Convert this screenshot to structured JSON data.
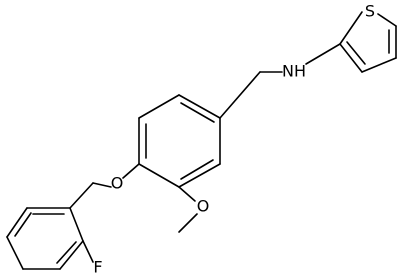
{
  "molecule": {
    "atoms": {
      "sulfur": "S",
      "nitrogen_hydrogen": "NH",
      "oxygen_ether": "O",
      "oxygen_methoxy": "O",
      "fluorine": "F"
    }
  },
  "colors": {
    "bond": "#000000",
    "background": "#ffffff"
  }
}
